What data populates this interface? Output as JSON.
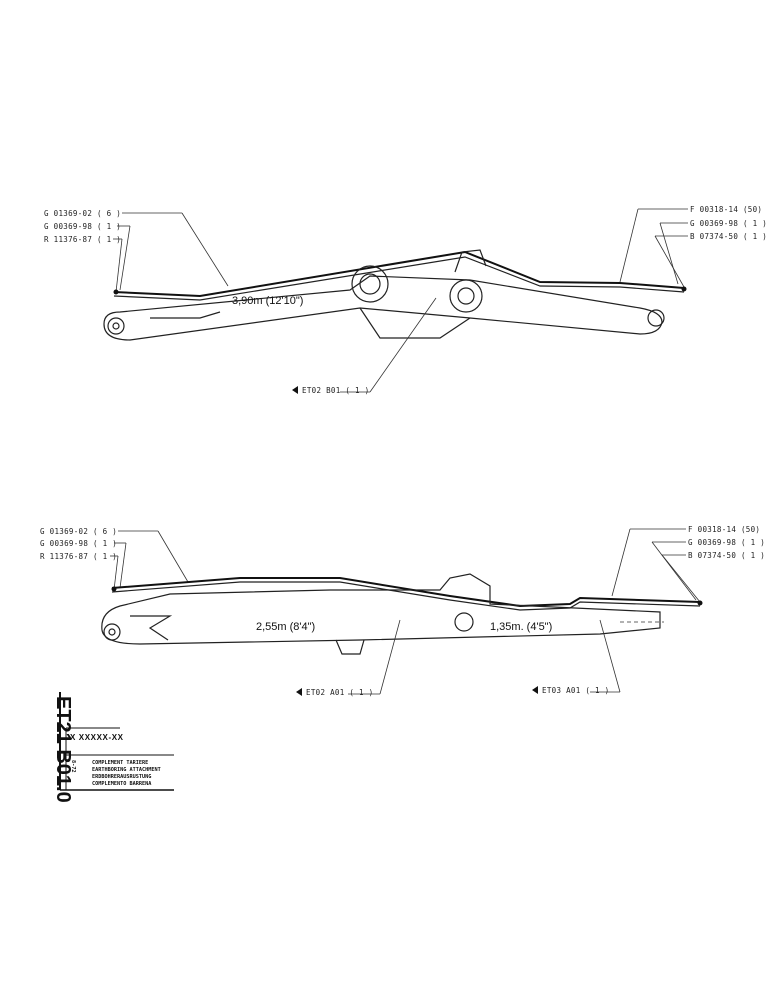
{
  "top": {
    "left_labels": [
      "G 01369-02 ( 6 )",
      "G 00369-98 ( 1 )",
      "R 11376-87 ( 1 )"
    ],
    "right_labels": [
      "F 00318-14 (50)",
      "G 00369-98 ( 1 )",
      "B 07374-50 ( 1 )"
    ],
    "dimension": "3,90m (12'10\")",
    "ref": "ET02  B01 ( 1 )"
  },
  "bottom": {
    "left_labels": [
      "G 01369-02 ( 6 )",
      "G 00369-98 ( 1 )",
      "R 11376-87 ( 1 )"
    ],
    "right_labels": [
      "F 00318-14 (50)",
      "G 00369-98 ( 1 )",
      "B 07374-50 ( 1 )"
    ],
    "dimension_a": "2,55m (8'4\")",
    "dimension_b": "1,35m. (4'5\")",
    "ref_a": "ET02  A01 ( 1 )",
    "ref_b": "ET03  A01 ( 1 )"
  },
  "title_block": {
    "code": "ET21 B01.0",
    "date": "8-72",
    "part_no": "X XXXXX-XX",
    "desc": [
      "COMPLEMENT TARIERE",
      "EARTHBORING ATTACHMENT",
      "ERDBOHRERAUSRUSTUNG",
      "COMPLEMENTO BARRENA"
    ]
  },
  "icons": {
    "ref_marker": "arrow-triangle-icon"
  }
}
